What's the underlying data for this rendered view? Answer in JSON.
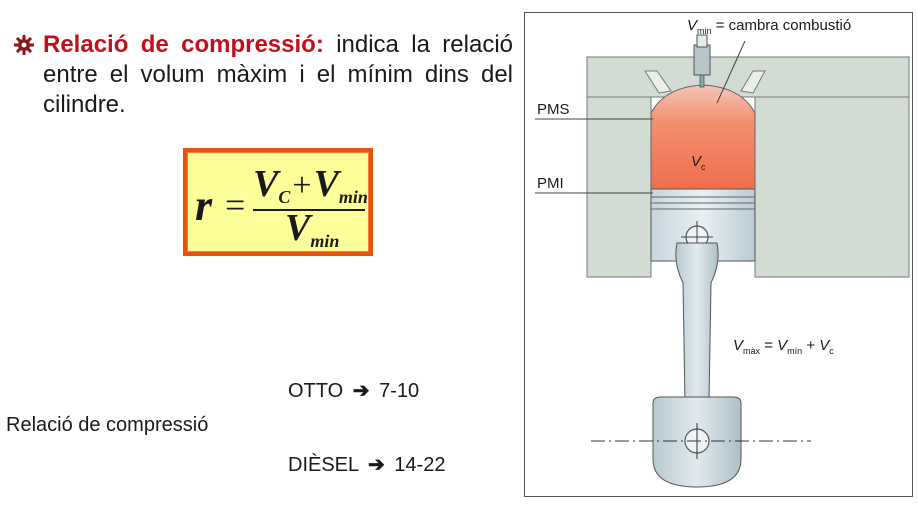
{
  "bullet": {
    "term": "Relació de compressió:",
    "text": " indica la relació entre el volum màxim i el mínim dins del cilindre."
  },
  "formula": {
    "lhs": "r",
    "eq": "=",
    "num_v1": "V",
    "num_sub1": "C",
    "plus": "+",
    "num_v2": "V",
    "num_sub2": "min",
    "den_v": "V",
    "den_sub": "min"
  },
  "side_label": "Relació de compressió",
  "otto": {
    "name": "OTTO",
    "arrow": "➔",
    "range": "7-10"
  },
  "diesel": {
    "name": "DIÈSEL",
    "arrow": "➔",
    "range": "14-22"
  },
  "diagram": {
    "vmin_caption": {
      "v": "V",
      "sub": "min",
      "rest": " = cambra combustió"
    },
    "pms": "PMS",
    "pmi": "PMI",
    "vc": {
      "v": "V",
      "sub": "c"
    },
    "vmax_eq": {
      "v1": "V",
      "s1": "màx",
      "eq": " = ",
      "v2": "V",
      "s2": "mín",
      "plus": " + ",
      "v3": "V",
      "s3": "c"
    },
    "colors": {
      "chamber": "#f08a6a",
      "block": "#d9e0d8",
      "piston": "#d6e3e8"
    }
  }
}
